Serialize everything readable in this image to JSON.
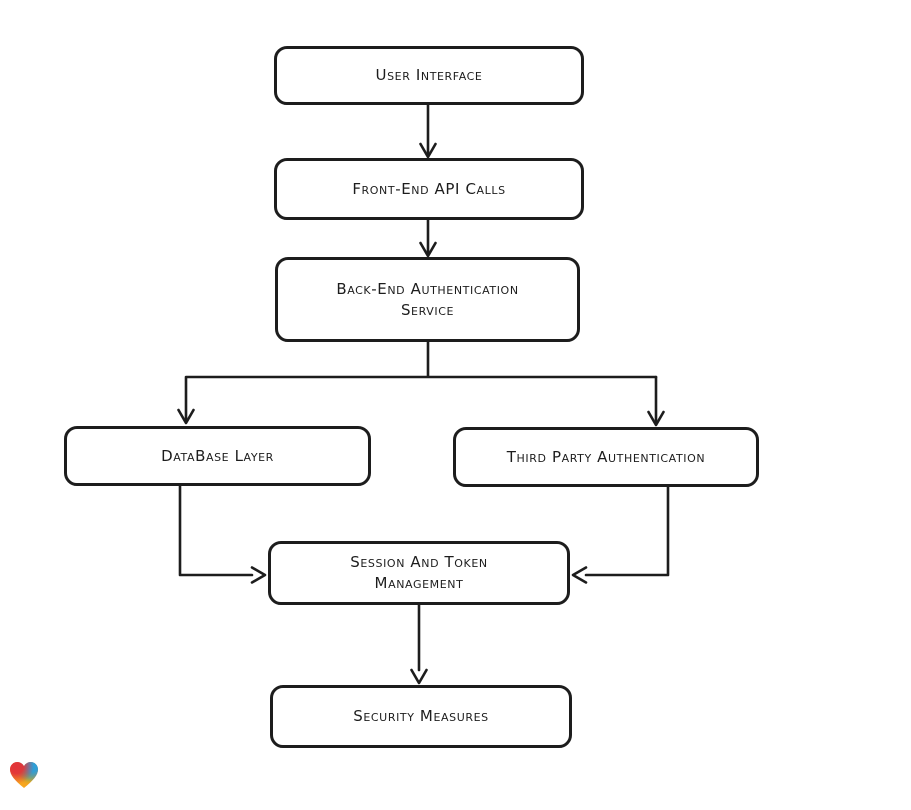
{
  "page": {
    "background": "#ffffff"
  },
  "diagram": {
    "type": "flowchart",
    "style": "hand-drawn",
    "stroke_color": "#1d1d1d",
    "node_fill": "#ffffff",
    "nodes": [
      {
        "id": "user-interface",
        "label": "User Interface"
      },
      {
        "id": "front-end-api-calls",
        "label": "Front-End API Calls"
      },
      {
        "id": "back-end-authentication-service",
        "label": "Back-End Authentication Service"
      },
      {
        "id": "database-layer",
        "label": "DataBase Layer"
      },
      {
        "id": "third-party-authentication",
        "label": "Third Party Authentication"
      },
      {
        "id": "session-and-token-management",
        "label": "Session And Token Management"
      },
      {
        "id": "security-measures",
        "label": "Security Measures"
      }
    ],
    "edges": [
      {
        "from": "user-interface",
        "to": "front-end-api-calls"
      },
      {
        "from": "front-end-api-calls",
        "to": "back-end-authentication-service"
      },
      {
        "from": "back-end-authentication-service",
        "to": "database-layer"
      },
      {
        "from": "back-end-authentication-service",
        "to": "third-party-authentication"
      },
      {
        "from": "database-layer",
        "to": "session-and-token-management"
      },
      {
        "from": "third-party-authentication",
        "to": "session-and-token-management"
      },
      {
        "from": "session-and-token-management",
        "to": "security-measures"
      }
    ],
    "watermark": {
      "icon": "heart-logo",
      "colors": {
        "top_left": "#e23439",
        "top_right": "#2ba0da",
        "bottom": "#f5a01e",
        "blend_green": "#6eb43c"
      }
    }
  }
}
